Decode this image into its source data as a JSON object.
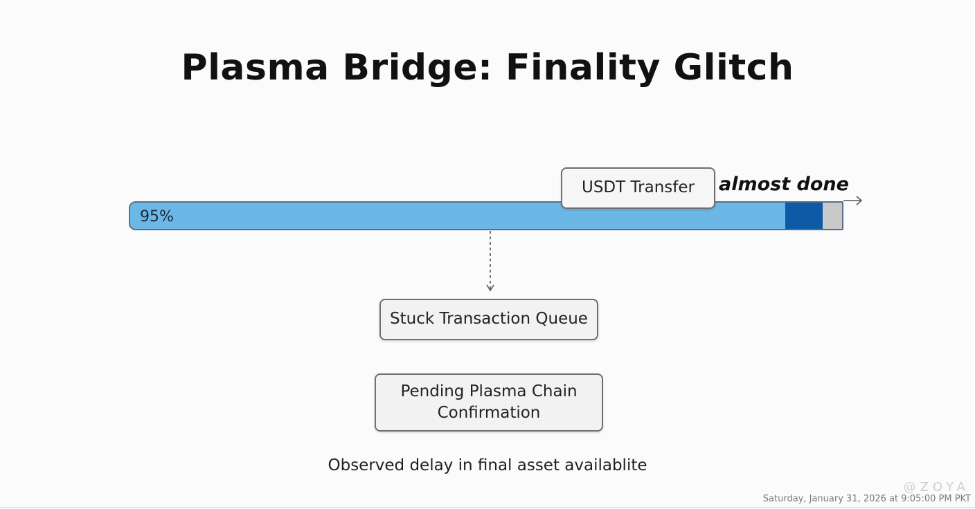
{
  "title": "Plasma Bridge: Finality Glitch",
  "progress": {
    "percent_label": "95%",
    "fill_fraction": 0.92,
    "dark_fraction": 0.053,
    "colors": {
      "fill": "#6bb8e6",
      "dark": "#0f5aa6",
      "remaining": "#c9c9c9",
      "border": "#5a6f84"
    }
  },
  "callout": {
    "label": "USDT Transfer",
    "annotation": "almost done"
  },
  "steps": {
    "stuck": "Stuck Transaction Queue",
    "pending_line1": "Pending Plasma Chain",
    "pending_line2": "Confirmation"
  },
  "caption": "Observed delay in final asset availablite",
  "footer": {
    "timestamp": "Saturday, January 31, 2026 at 9:05:00 PM PKT",
    "watermark": "@ZOYA"
  }
}
